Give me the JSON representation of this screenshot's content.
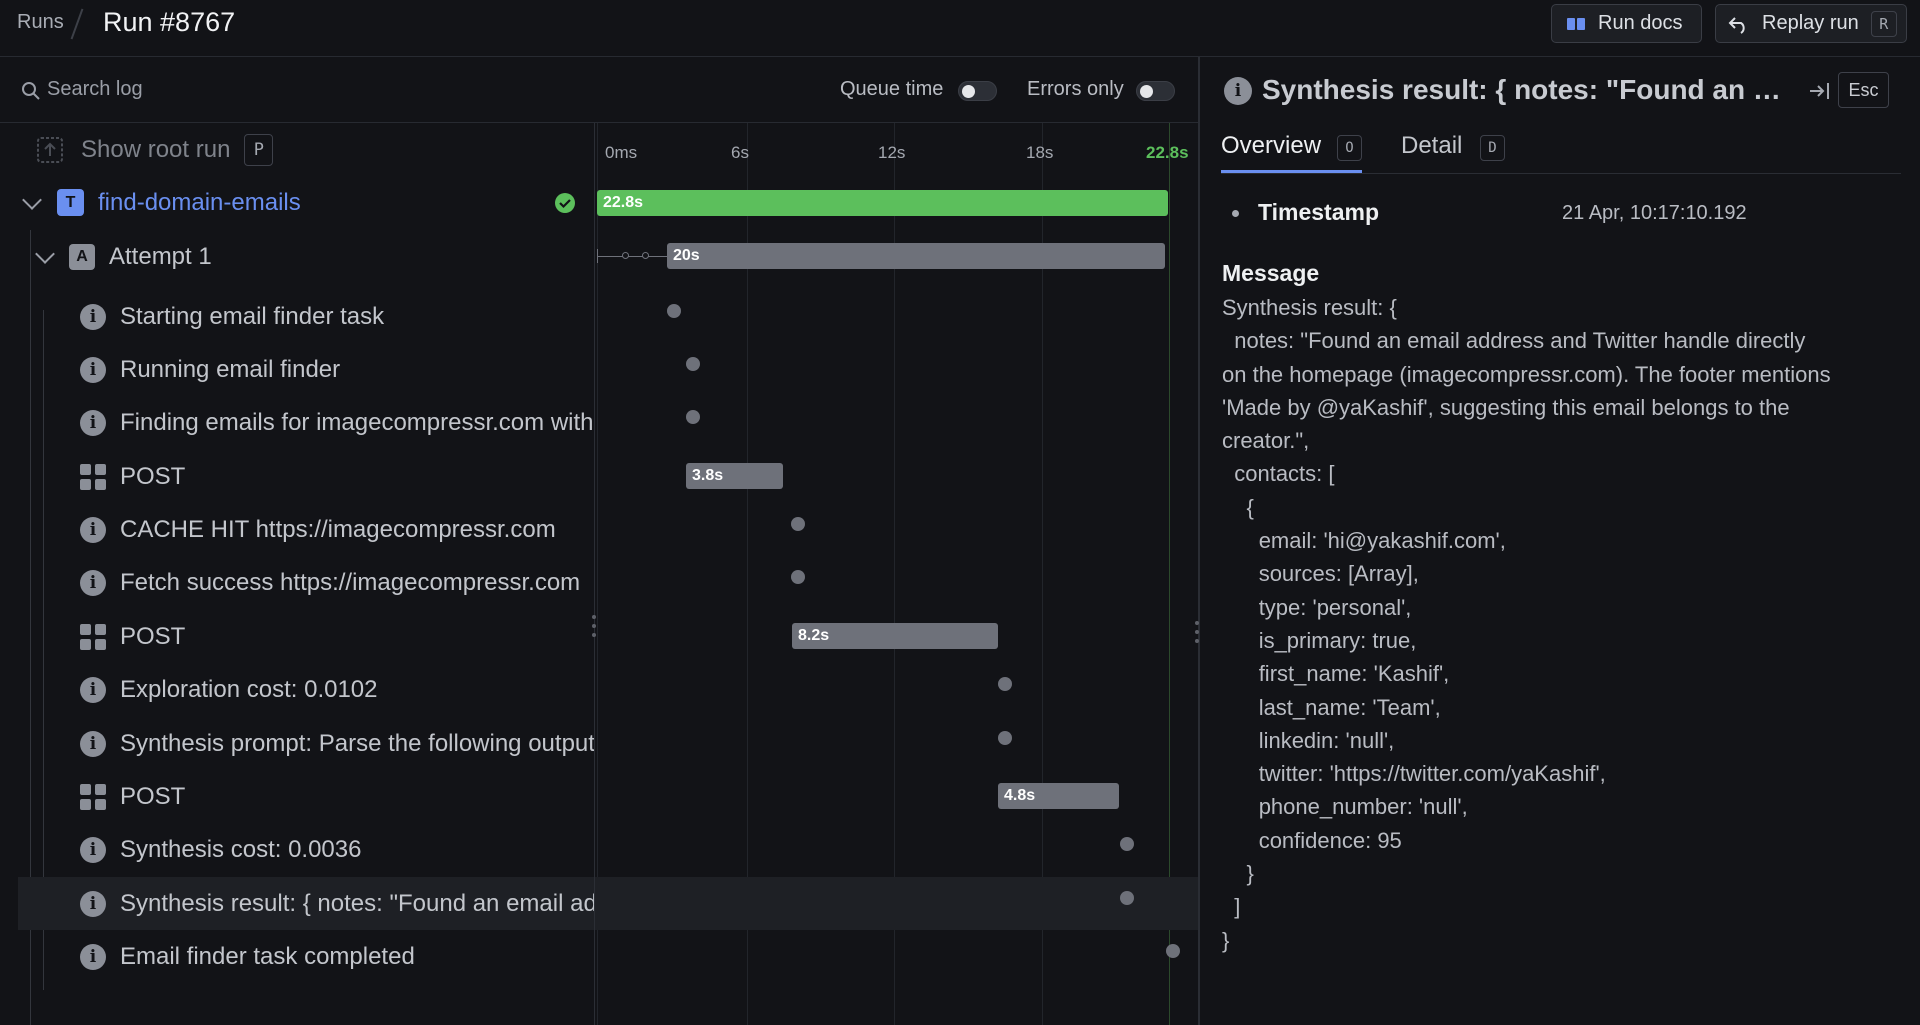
{
  "header": {
    "breadcrumb_root": "Runs",
    "title": "Run #8767",
    "run_docs_label": "Run docs",
    "replay_label": "Replay run",
    "replay_shortcut": "R"
  },
  "toolbar": {
    "search_placeholder": "Search log",
    "queue_time_label": "Queue time",
    "errors_only_label": "Errors only"
  },
  "tree": {
    "show_root_label": "Show root run",
    "show_root_shortcut": "P",
    "root_badge": "T",
    "root_label": "find-domain-emails",
    "attempt_badge": "A",
    "attempt_label": "Attempt 1",
    "items": [
      {
        "icon": "info-icon",
        "label": "Starting email finder task"
      },
      {
        "icon": "info-icon",
        "label": "Running email finder"
      },
      {
        "icon": "info-icon",
        "label": "Finding emails for imagecompressr.com with"
      },
      {
        "icon": "grid-icon",
        "label": "POST"
      },
      {
        "icon": "info-icon",
        "label": "CACHE HIT https://imagecompressr.com"
      },
      {
        "icon": "info-icon",
        "label": "Fetch success https://imagecompressr.com"
      },
      {
        "icon": "grid-icon",
        "label": "POST"
      },
      {
        "icon": "info-icon",
        "label": "Exploration cost: 0.0102"
      },
      {
        "icon": "info-icon",
        "label": "Synthesis prompt: Parse the following output"
      },
      {
        "icon": "grid-icon",
        "label": "POST"
      },
      {
        "icon": "info-icon",
        "label": "Synthesis cost: 0.0036"
      },
      {
        "icon": "info-icon",
        "label": "Synthesis result: { notes: \"Found an email ad"
      },
      {
        "icon": "info-icon",
        "label": "Email finder task completed"
      }
    ]
  },
  "timeline": {
    "ticks": [
      "0ms",
      "6s",
      "12s",
      "18s",
      "22.8s"
    ],
    "root_duration": "22.8s",
    "attempt_duration": "20s",
    "spans": [
      {
        "label": "3.8s"
      },
      {
        "label": "8.2s"
      },
      {
        "label": "4.8s"
      }
    ],
    "colors": {
      "success": "#5cbf5c",
      "bar": "#6e717a",
      "accent": "#6a8ff0"
    }
  },
  "inspector": {
    "title": "Synthesis result: { notes: \"Found an em...",
    "esc_label": "Esc",
    "tab_overview": "Overview",
    "tab_overview_key": "O",
    "tab_detail": "Detail",
    "tab_detail_key": "D",
    "timestamp_label": "Timestamp",
    "timestamp_value": "21 Apr, 10:17:10.192",
    "message_label": "Message",
    "message_body": "Synthesis result: {\n  notes: \"Found an email address and Twitter handle directly\non the homepage (imagecompressr.com). The footer mentions\n'Made by @yaKashif', suggesting this email belongs to the\ncreator.\",\n  contacts: [\n    {\n      email: 'hi@yakashif.com',\n      sources: [Array],\n      type: 'personal',\n      is_primary: true,\n      first_name: 'Kashif',\n      last_name: 'Team',\n      linkedin: 'null',\n      twitter: 'https://twitter.com/yaKashif',\n      phone_number: 'null',\n      confidence: 95\n    }\n  ]\n}"
  }
}
